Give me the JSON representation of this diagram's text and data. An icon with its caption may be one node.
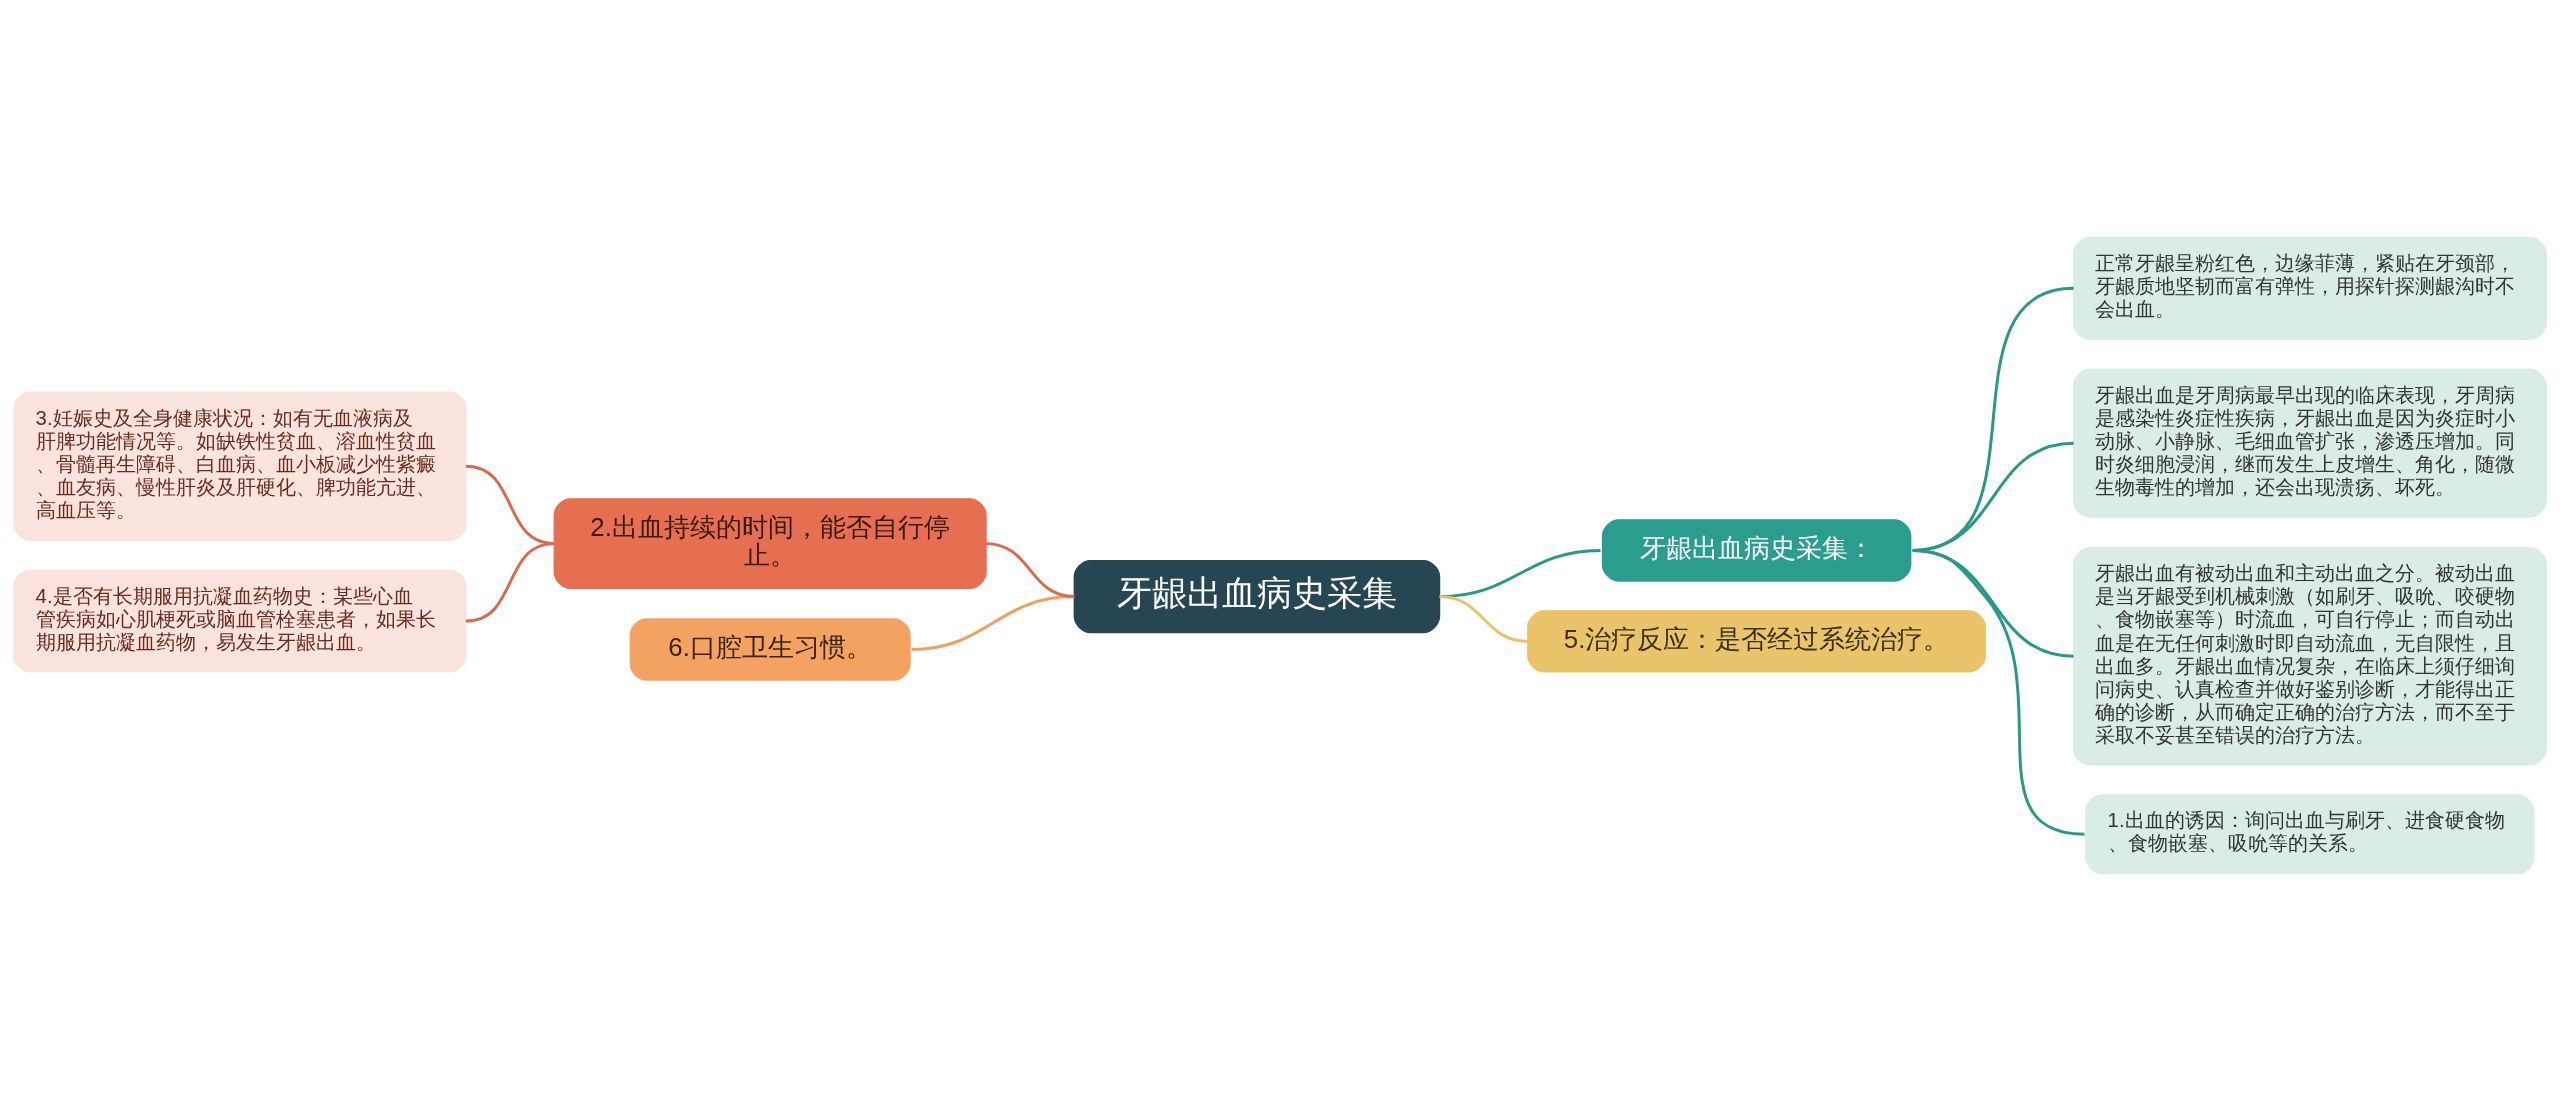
{
  "diagram": {
    "nodes": [
      {
        "text": [
          "牙龈出血病史采集"
        ]
      },
      {
        "text": [
          "牙龈出血病史采集："
        ]
      },
      {
        "text": [
          "正常牙龈呈粉红色，边缘菲薄，紧贴在牙颈部，牙龈质地坚韧而富有弹性，用探针探测龈沟时不会出血。"
        ]
      },
      {
        "text": [
          "牙龈出血是牙周病最早出现的临床表现，牙周病是感染性炎症性疾病，牙龈出血是因为炎症时小动脉、小静脉、毛细血管扩张，渗透压增加。同时炎细胞浸润，继而发生上皮增生、角化，随微生物毒性的增加，还会出现溃疡、坏死。"
        ]
      },
      {
        "text": [
          "牙龈出血有被动出血和主动出血之分。被动出血是当牙龈受到机械刺激（如刷牙、吸吮、咬硬物、食物嵌塞等）时流血，可自行停止；而自动出血是在无任何刺激时即自动流血，无自限性，且出血多。牙龈出血情况复杂，在临床上须仔细询问病史、认真检查并做好鉴别诊断，才能得出正确的诊断，从而确定正确的治疗方法，而不至于采取不妥甚至错误的治疗方法。"
        ]
      },
      {
        "text": [
          "1.出血的诱因：询问出血与刷牙、进食硬食物、食物嵌塞、吸吮等的关系。"
        ]
      },
      {
        "text": [
          "2.出血持续的时间，能否自行停止。"
        ]
      },
      {
        "text": [
          "3.妊娠史及全身健康状况：如有无血液病及肝脾功能情况等。如缺铁性贫血、溶血性贫血、骨髓再生障碍、白血病、血小板减少性紫癜、血友病、慢性肝炎及肝硬化、脾功能亢进、高血压等。"
        ]
      },
      {
        "text": [
          "4.是否有长期服用抗凝血药物史：某些心血管疾病如心肌梗死或脑血管栓塞患者，如果长期服用抗凝血药物，易发生牙龈出血。"
        ]
      },
      {
        "text": [
          "6.口腔卫生习惯。"
        ]
      },
      {
        "text": [
          "5.治疗反应：是否经过系统治疗。"
        ]
      }
    ],
    "edges": [
      {
        "from": 0,
        "to": 1,
        "arrow": "none"
      },
      {
        "from": 1,
        "to": 2,
        "arrow": "none"
      },
      {
        "from": 1,
        "to": 3,
        "arrow": "none"
      },
      {
        "from": 1,
        "to": 4,
        "arrow": "none"
      },
      {
        "from": 1,
        "to": 5,
        "arrow": "none"
      },
      {
        "from": 0,
        "to": 6,
        "arrow": "none",
        "color": "#d9694f"
      },
      {
        "from": 6,
        "to": 7,
        "arrow": "none",
        "color": "#d9694f"
      },
      {
        "from": 6,
        "to": 8,
        "arrow": "none",
        "color": "#d9694f"
      },
      {
        "from": 0,
        "to": 9,
        "arrow": "none",
        "color": "#eea060"
      },
      {
        "from": 0,
        "to": 10,
        "arrow": "none",
        "color": "#e6c466"
      }
    ]
  }
}
